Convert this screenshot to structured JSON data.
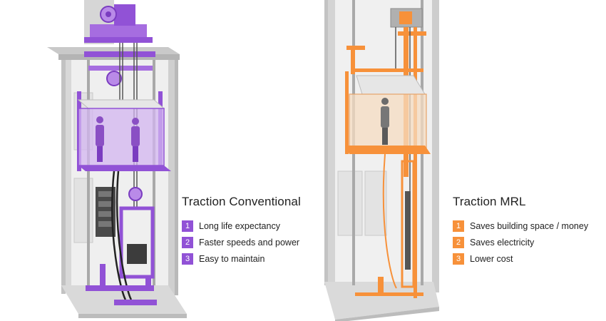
{
  "colors": {
    "conventional_accent": "#9152d6",
    "mrl_accent": "#f7913a",
    "shaft_gray": "#dcdcdc",
    "shaft_dark": "#b4b4b4"
  },
  "icons": {
    "conventional": "traction-conventional-elevator-illustration",
    "mrl": "traction-mrl-elevator-illustration"
  },
  "legends": {
    "conventional": {
      "title": "Traction Conventional",
      "items": [
        {
          "num": "1",
          "text": "Long life expectancy"
        },
        {
          "num": "2",
          "text": "Faster speeds and power"
        },
        {
          "num": "3",
          "text": "Easy to maintain"
        }
      ]
    },
    "mrl": {
      "title": "Traction MRL",
      "items": [
        {
          "num": "1",
          "text": "Saves building space / money"
        },
        {
          "num": "2",
          "text": "Saves electricity"
        },
        {
          "num": "3",
          "text": "Lower cost"
        }
      ]
    }
  }
}
